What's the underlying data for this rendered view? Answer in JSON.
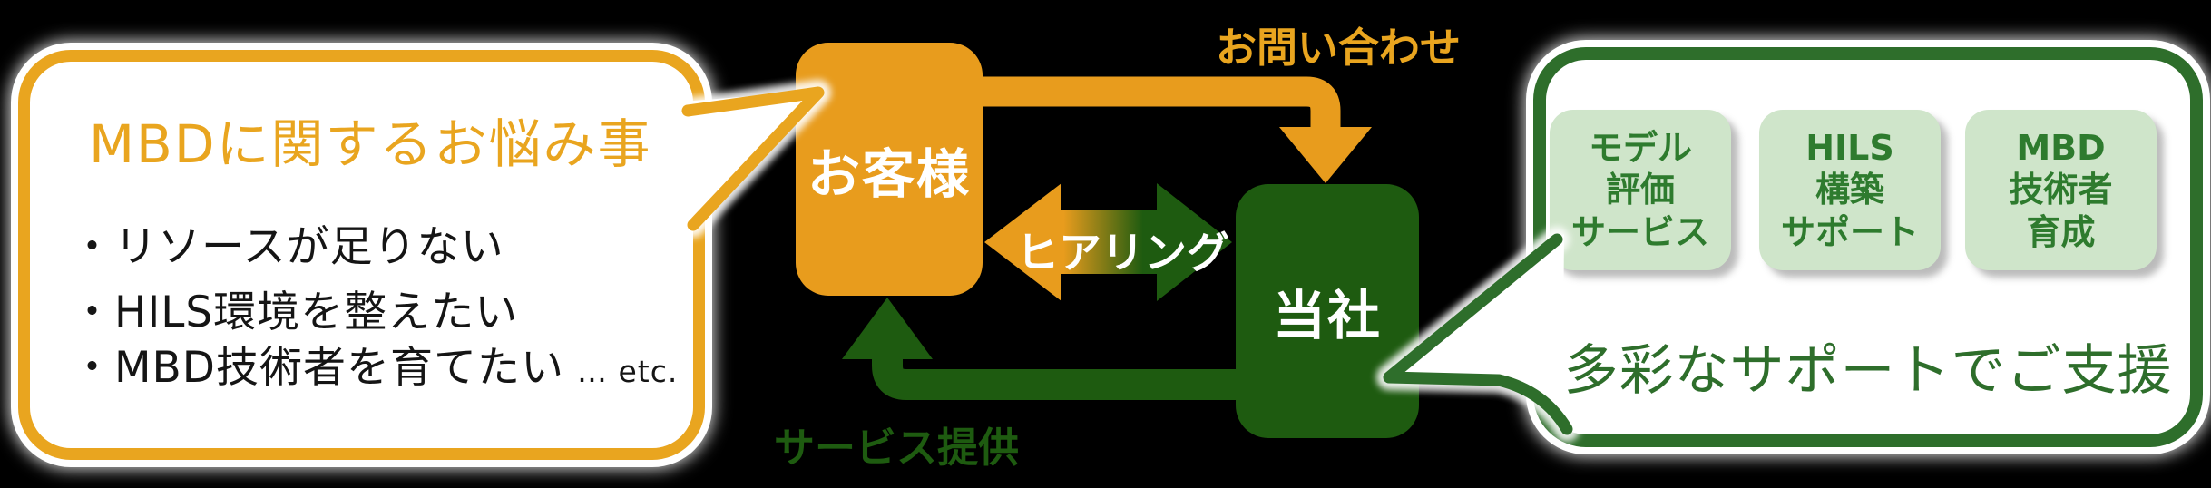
{
  "colors": {
    "orange": "#E89C1D",
    "orange_text": "#E9A51F",
    "dark_green": "#1E5B10",
    "bubble_border_green": "#2E6E2B",
    "card_bg_green": "#CFE5CA",
    "card_text_green": "#2E7B2E",
    "bullet_text": "#151515",
    "background": "#000000"
  },
  "left_bubble": {
    "title": "MBDに関するお悩み事",
    "bullets": [
      "・リソースが足りない",
      "・HILS環境を整えたい",
      "・MBD技術者を育てたい"
    ],
    "etc_suffix": "… etc."
  },
  "center_flow": {
    "customer_label": "お客様",
    "company_label": "当社",
    "inquiry_label": "お問い合わせ",
    "hearing_label": "ヒアリング",
    "service_label": "サービス提供"
  },
  "right_bubble": {
    "cards": [
      {
        "lines": [
          "モデル",
          "評価",
          "サービス"
        ]
      },
      {
        "lines": [
          "HILS",
          "構築",
          "サポート"
        ]
      },
      {
        "lines": [
          "MBD",
          "技術者",
          "育成"
        ]
      }
    ],
    "caption": "多彩なサポートでご支援"
  }
}
